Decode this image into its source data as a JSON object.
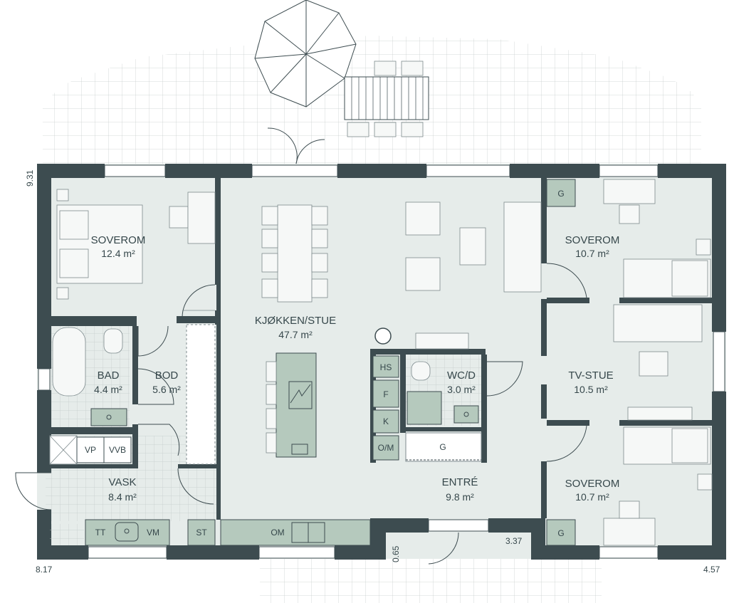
{
  "rooms": {
    "soverom1": {
      "name": "SOVEROM",
      "area": "12.4 m²"
    },
    "kjokken": {
      "name": "KJØKKEN/STUE",
      "area": "47.7 m²"
    },
    "soverom2": {
      "name": "SOVEROM",
      "area": "10.7 m²"
    },
    "bad": {
      "name": "BAD",
      "area": "4.4 m²"
    },
    "bod": {
      "name": "BOD",
      "area": "5.6 m²"
    },
    "wc": {
      "name": "WC/D",
      "area": "3.0 m²"
    },
    "tvstue": {
      "name": "TV-STUE",
      "area": "10.5 m²"
    },
    "vask": {
      "name": "VASK",
      "area": "8.4 m²"
    },
    "entre": {
      "name": "ENTRÉ",
      "area": "9.8 m²"
    },
    "soverom3": {
      "name": "SOVEROM",
      "area": "10.7 m²"
    }
  },
  "fixtures": {
    "g1": "G",
    "g2": "G",
    "g3": "G",
    "hs": "HS",
    "f": "F",
    "k": "K",
    "om1": "O/M",
    "vp": "VP",
    "vvb": "VVB",
    "tt": "TT",
    "vm": "VM",
    "st": "ST",
    "om2": "OM"
  },
  "dimensions": {
    "d931": "9.31",
    "d817": "8.17",
    "d065": "0.65",
    "d337": "3.37",
    "d457": "4.57"
  }
}
